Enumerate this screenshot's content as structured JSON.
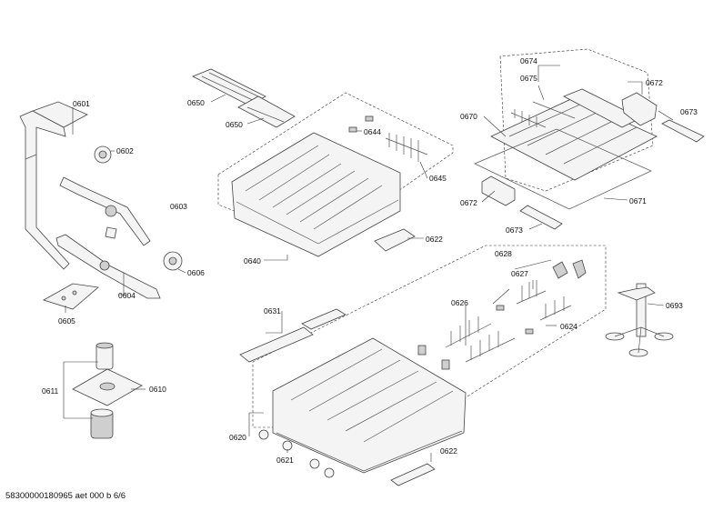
{
  "labels": {
    "p0601": "0601",
    "p0602": "0602",
    "p0603": "0603",
    "p0604": "0604",
    "p0605": "0605",
    "p0606": "0606",
    "p0610": "0610",
    "p0611": "0611",
    "p0620": "0620",
    "p0621": "0621",
    "p0622a": "0622",
    "p0622b": "0622",
    "p0624": "0624",
    "p0626": "0626",
    "p0627": "0627",
    "p0628": "0628",
    "p0631": "0631",
    "p0640": "0640",
    "p0644": "0644",
    "p0645": "0645",
    "p0650a": "0650",
    "p0650b": "0650",
    "p0670": "0670",
    "p0671": "0671",
    "p0672a": "0672",
    "p0672b": "0672",
    "p0673a": "0673",
    "p0673b": "0673",
    "p0674": "0674",
    "p0675": "0675",
    "p0693": "0693"
  },
  "footer": "58300000180965 aet 000 b 6/6"
}
